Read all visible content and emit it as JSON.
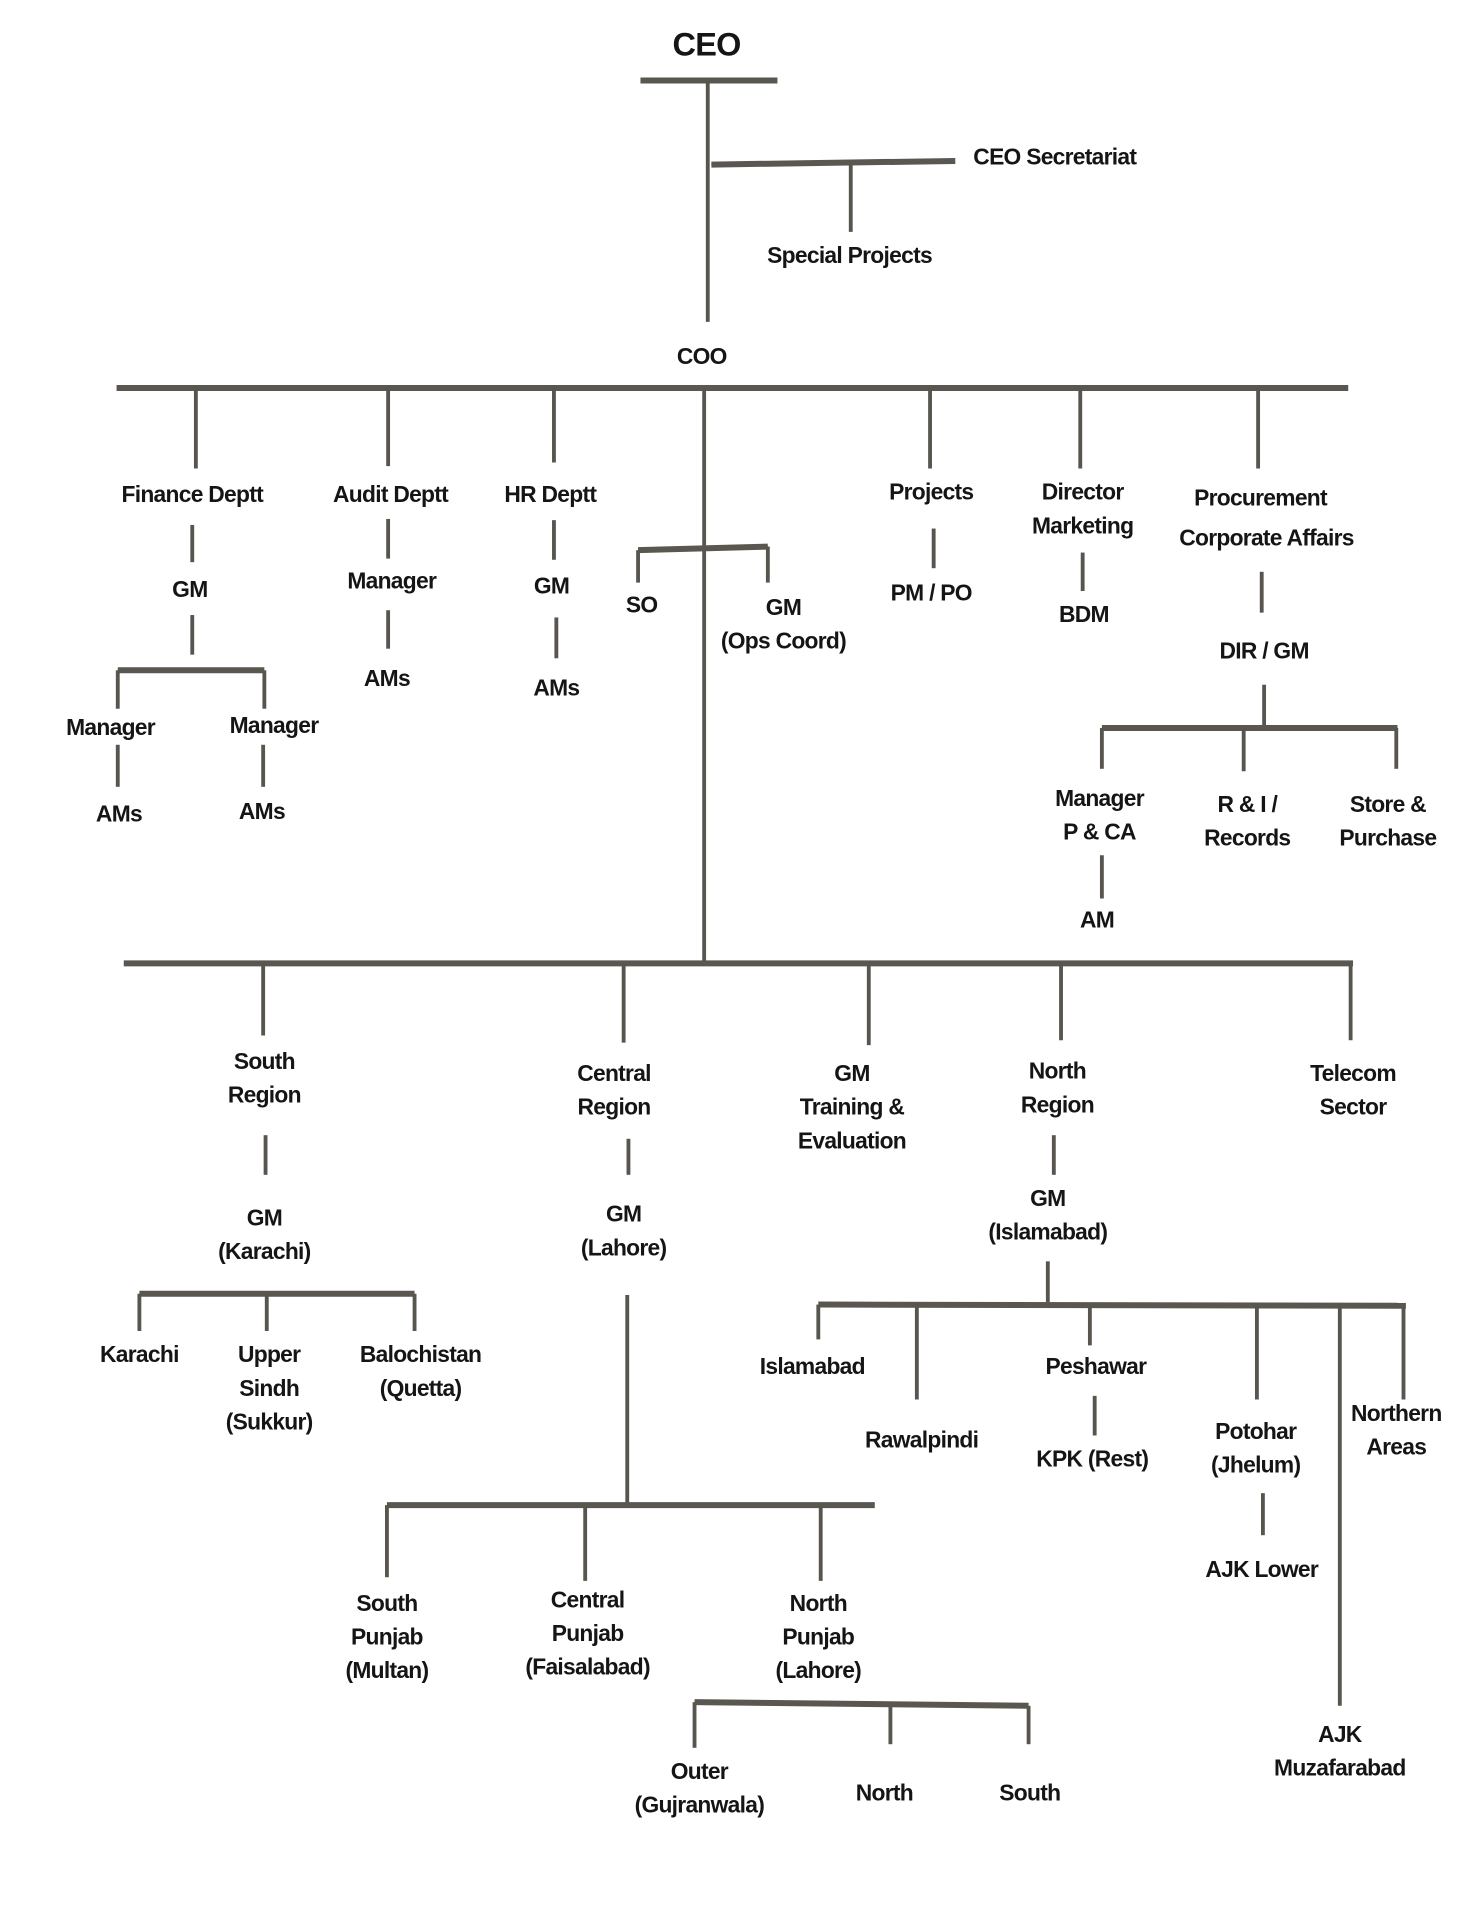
{
  "title": "Organization Chart",
  "nodes": [
    {
      "id": "ceo",
      "lines": [
        "CEO"
      ]
    },
    {
      "id": "ceo-secretariat",
      "lines": [
        "CEO Secretariat"
      ]
    },
    {
      "id": "special-projects",
      "lines": [
        "Special Projects"
      ]
    },
    {
      "id": "coo",
      "lines": [
        "COO"
      ]
    },
    {
      "id": "finance-deptt",
      "lines": [
        "Finance Deptt"
      ]
    },
    {
      "id": "audit-deptt",
      "lines": [
        "Audit Deptt"
      ]
    },
    {
      "id": "hr-deptt",
      "lines": [
        "HR Deptt"
      ]
    },
    {
      "id": "finance-gm",
      "lines": [
        "GM"
      ]
    },
    {
      "id": "audit-manager",
      "lines": [
        "Manager"
      ]
    },
    {
      "id": "audit-ams",
      "lines": [
        "AMs"
      ]
    },
    {
      "id": "hr-gm",
      "lines": [
        "GM"
      ]
    },
    {
      "id": "hr-ams",
      "lines": [
        "AMs"
      ]
    },
    {
      "id": "finance-manager-1",
      "lines": [
        "Manager"
      ]
    },
    {
      "id": "finance-manager-2",
      "lines": [
        "Manager"
      ]
    },
    {
      "id": "finance-ams-1",
      "lines": [
        "AMs"
      ]
    },
    {
      "id": "finance-ams-2",
      "lines": [
        "AMs"
      ]
    },
    {
      "id": "so",
      "lines": [
        "SO"
      ]
    },
    {
      "id": "gm-ops-coord",
      "lines": [
        "GM",
        "(Ops Coord)"
      ]
    },
    {
      "id": "projects",
      "lines": [
        "Projects"
      ]
    },
    {
      "id": "pm-po",
      "lines": [
        "PM / PO"
      ]
    },
    {
      "id": "director-marketing",
      "lines": [
        "Director",
        "Marketing"
      ]
    },
    {
      "id": "bdm",
      "lines": [
        "BDM"
      ]
    },
    {
      "id": "procurement",
      "lines": [
        "Procurement"
      ]
    },
    {
      "id": "corporate-affairs",
      "lines": [
        "Corporate Affairs"
      ]
    },
    {
      "id": "dir-gm",
      "lines": [
        "DIR / GM"
      ]
    },
    {
      "id": "manager-pca",
      "lines": [
        "Manager",
        "P & CA"
      ]
    },
    {
      "id": "ri-records",
      "lines": [
        "R & I /",
        "Records"
      ]
    },
    {
      "id": "store-purchase",
      "lines": [
        "Store &",
        "Purchase"
      ]
    },
    {
      "id": "am",
      "lines": [
        "AM"
      ]
    },
    {
      "id": "south-region",
      "lines": [
        "South",
        "Region"
      ]
    },
    {
      "id": "central-region",
      "lines": [
        "Central",
        "Region"
      ]
    },
    {
      "id": "gm-training",
      "lines": [
        "GM",
        "Training &",
        "Evaluation"
      ]
    },
    {
      "id": "north-region",
      "lines": [
        "North",
        "Region"
      ]
    },
    {
      "id": "telecom-sector",
      "lines": [
        "Telecom",
        "Sector"
      ]
    },
    {
      "id": "gm-karachi",
      "lines": [
        "GM",
        "(Karachi)"
      ]
    },
    {
      "id": "gm-lahore",
      "lines": [
        "GM",
        "(Lahore)"
      ]
    },
    {
      "id": "gm-islamabad",
      "lines": [
        "GM",
        "(Islamabad)"
      ]
    },
    {
      "id": "karachi",
      "lines": [
        "Karachi"
      ]
    },
    {
      "id": "upper-sindh",
      "lines": [
        "Upper",
        "Sindh",
        "(Sukkur)"
      ]
    },
    {
      "id": "balochistan",
      "lines": [
        "Balochistan",
        "(Quetta)"
      ]
    },
    {
      "id": "islamabad",
      "lines": [
        "Islamabad"
      ]
    },
    {
      "id": "peshawar",
      "lines": [
        "Peshawar"
      ]
    },
    {
      "id": "rawalpindi",
      "lines": [
        "Rawalpindi"
      ]
    },
    {
      "id": "kpk-rest",
      "lines": [
        "KPK (Rest)"
      ]
    },
    {
      "id": "potohar",
      "lines": [
        "Potohar",
        "(Jhelum)"
      ]
    },
    {
      "id": "northern-areas",
      "lines": [
        "Northern",
        "Areas"
      ]
    },
    {
      "id": "ajk-lower",
      "lines": [
        "AJK Lower"
      ]
    },
    {
      "id": "south-punjab",
      "lines": [
        "South",
        "Punjab",
        "(Multan)"
      ]
    },
    {
      "id": "central-punjab",
      "lines": [
        "Central",
        "Punjab",
        "(Faisalabad)"
      ]
    },
    {
      "id": "north-punjab",
      "lines": [
        "North",
        "Punjab",
        "(Lahore)"
      ]
    },
    {
      "id": "outer",
      "lines": [
        "Outer",
        "(Gujranwala)"
      ]
    },
    {
      "id": "north",
      "lines": [
        "North"
      ]
    },
    {
      "id": "south",
      "lines": [
        "South"
      ]
    },
    {
      "id": "ajk-muzafarabad",
      "lines": [
        "AJK",
        "Muzafarabad"
      ]
    }
  ]
}
